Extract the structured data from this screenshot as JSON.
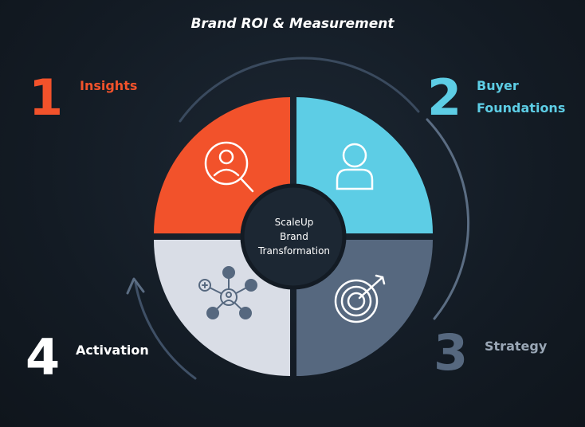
{
  "title": "Brand ROI & Measurement",
  "center": {
    "line1": "ScaleUp",
    "line2": "Brand",
    "line3": "Transformation"
  },
  "steps": [
    {
      "number": "1",
      "label": "Insights",
      "color": "#f2522b",
      "icon": "search-user-icon"
    },
    {
      "number": "2",
      "label": "Buyer Foundations",
      "color": "#5dcde5",
      "icon": "user-icon"
    },
    {
      "number": "3",
      "label": "Strategy",
      "color": "#56687f",
      "icon": "target-icon"
    },
    {
      "number": "4",
      "label": "Activation",
      "color": "#d9dde6",
      "icon": "network-icon"
    }
  ]
}
